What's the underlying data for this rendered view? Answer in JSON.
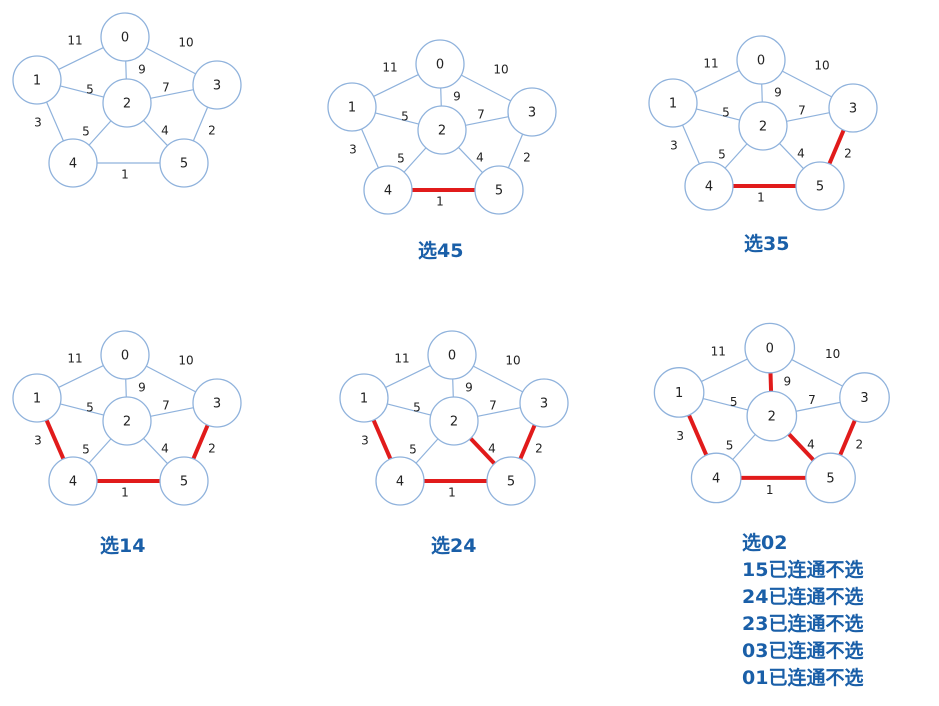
{
  "colors": {
    "node_stroke": "#8fb2dc",
    "selected_edge": "#e11b1b",
    "caption": "#1a5fa8"
  },
  "graph": {
    "nodes": [
      "0",
      "1",
      "2",
      "3",
      "4",
      "5"
    ],
    "edges": [
      {
        "u": "0",
        "v": "1",
        "w": "11"
      },
      {
        "u": "0",
        "v": "2",
        "w": "9"
      },
      {
        "u": "0",
        "v": "3",
        "w": "10"
      },
      {
        "u": "1",
        "v": "2",
        "w": "5"
      },
      {
        "u": "1",
        "v": "4",
        "w": "3"
      },
      {
        "u": "2",
        "v": "3",
        "w": "7"
      },
      {
        "u": "2",
        "v": "4",
        "w": "5"
      },
      {
        "u": "2",
        "v": "5",
        "w": "4"
      },
      {
        "u": "3",
        "v": "5",
        "w": "2"
      },
      {
        "u": "4",
        "v": "5",
        "w": "1"
      }
    ]
  },
  "panels": [
    {
      "selected": []
    },
    {
      "selected": [
        "4-5"
      ],
      "caption": [
        "选45"
      ]
    },
    {
      "selected": [
        "4-5",
        "3-5"
      ],
      "caption": [
        "选35"
      ]
    },
    {
      "selected": [
        "4-5",
        "3-5",
        "1-4"
      ],
      "caption": [
        "选14"
      ]
    },
    {
      "selected": [
        "4-5",
        "3-5",
        "1-4",
        "2-5"
      ],
      "caption": [
        "选24"
      ]
    },
    {
      "selected": [
        "4-5",
        "3-5",
        "1-4",
        "2-5",
        "0-2"
      ],
      "caption": [
        "选02",
        "15已连通不选",
        "24已连通不选",
        "23已连通不选",
        "03已连通不选",
        "01已连通不选"
      ]
    }
  ]
}
